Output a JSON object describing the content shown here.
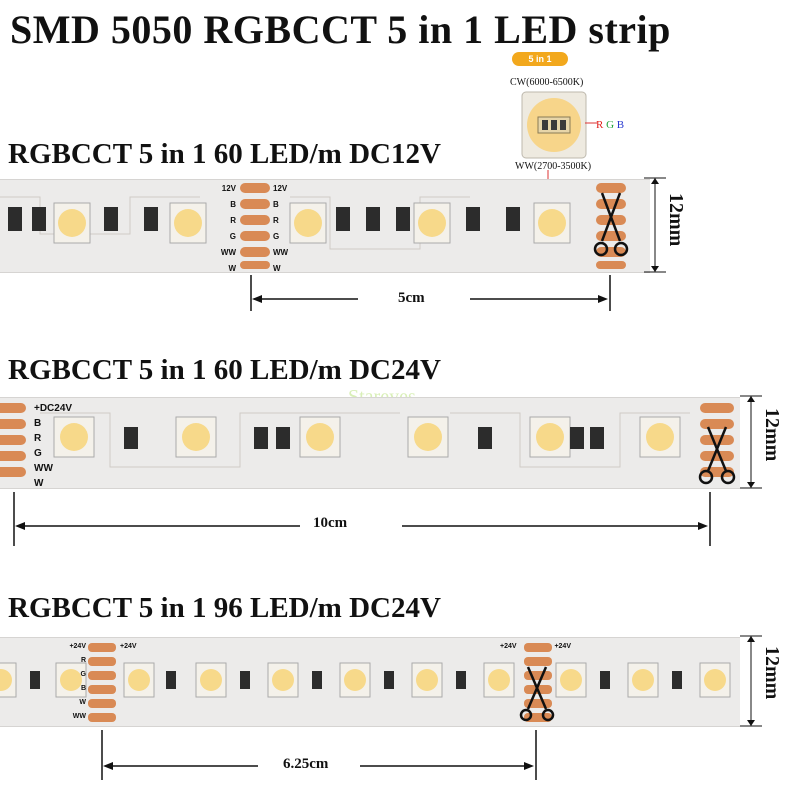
{
  "title": "SMD 5050 RGBCCT 5 in 1 LED strip",
  "inset": {
    "badge": "5 in 1",
    "cw_label": "CW(6000-6500K)",
    "ww_label": "WW(2700-3500K)",
    "rgb": [
      "R",
      "G",
      "B"
    ],
    "rgb_colors": [
      "#e0201b",
      "#21a33a",
      "#2a3bd0"
    ]
  },
  "watermark": "Stareyes",
  "strips": [
    {
      "title": "RGBCCT 5 in 1 60 LED/m DC12V",
      "cut_length": "5cm",
      "width": "12mm",
      "pad_labels": [
        "12V",
        "B",
        "R",
        "G",
        "WW",
        "W"
      ]
    },
    {
      "title": "RGBCCT 5 in 1 60 LED/m DC24V",
      "cut_length": "10cm",
      "width": "12mm",
      "pad_labels": [
        "+DC24V",
        "B",
        "R",
        "G",
        "WW",
        "W"
      ]
    },
    {
      "title": "RGBCCT 5 in 1 96 LED/m DC24V",
      "cut_length": "6.25cm",
      "width": "12mm",
      "pad_labels": [
        "+24V",
        "R",
        "G",
        "B",
        "W",
        "WW"
      ]
    }
  ],
  "colors": {
    "pcb": "#ecebea",
    "pad": "#d98a55",
    "led_frame": "#f4f1ea",
    "led_yellow": "#f7d98a",
    "led_cool": "#fbfbf4"
  }
}
